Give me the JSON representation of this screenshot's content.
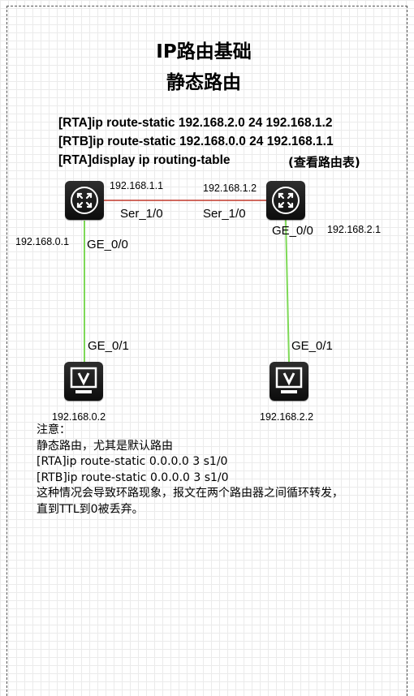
{
  "title_line1": "IP路由基础",
  "title_line2": "静态路由",
  "commands": [
    "[RTA]ip route-static 192.168.2.0 24 192.168.1.2",
    "[RTB]ip route-static 192.168.0.0 24 192.168.1.1",
    "[RTA]display ip routing-table"
  ],
  "command_hint": "(查看路由表)",
  "router_a": {
    "icon": "router-icon",
    "serial_ip": "192.168.1.1",
    "serial_if": "Ser_1/0",
    "ge_ip": "192.168.0.1",
    "ge_if": "GE_0/0"
  },
  "router_b": {
    "icon": "router-icon",
    "serial_ip": "192.168.1.2",
    "serial_if": "Ser_1/0",
    "ge_ip": "192.168.2.1",
    "ge_if": "GE_0/0"
  },
  "host_a": {
    "icon": "pc-icon",
    "if": "GE_0/1",
    "ip": "192.168.0.2"
  },
  "host_b": {
    "icon": "pc-icon",
    "if": "GE_0/1",
    "ip": "192.168.2.2"
  },
  "links": {
    "serial_color": "#c0392b",
    "ethernet_color": "#7ed957"
  },
  "note_lines": [
    "注意：",
    "静态路由，尤其是默认路由",
    "[RTA]ip route-static 0.0.0.0 3 s1/0",
    "[RTB]ip route-static 0.0.0.0 3 s1/0",
    "这种情况会导致环路现象，报文在两个路由器之间循环转发，",
    "直到TTL到0被丢弃。"
  ]
}
